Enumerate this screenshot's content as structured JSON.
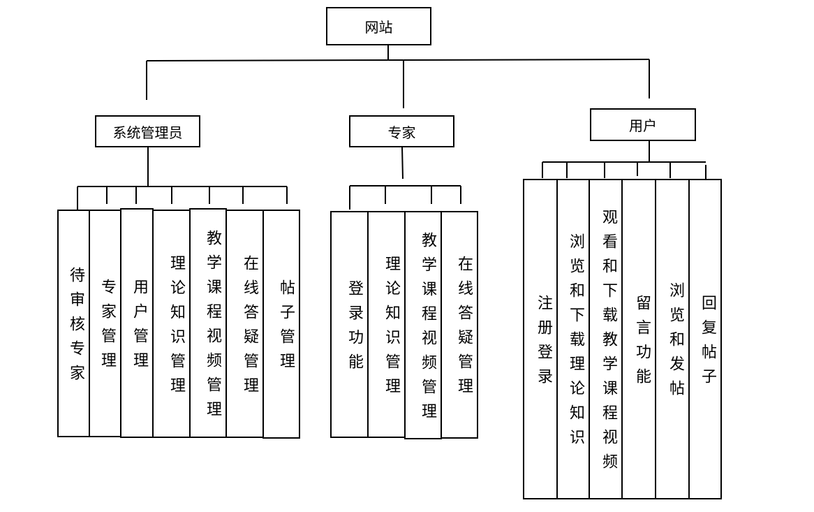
{
  "root": {
    "label": "网站"
  },
  "groups": [
    {
      "label": "系统管理员",
      "children": [
        "待审核专家",
        "专家管理",
        "用户管理",
        "理论知识管理",
        "教学课程视频管理",
        "在线答疑管理",
        "帖子管理"
      ]
    },
    {
      "label": "专家",
      "children": [
        "登录功能",
        "理论知识管理",
        "教学课程视频管理",
        "在线答疑管理"
      ]
    },
    {
      "label": "用户",
      "children": [
        "注册登录",
        "浏览和下载理论知识",
        "观看和下载教学课程视频",
        "留言功能",
        "浏览和发帖",
        "回复帖子"
      ]
    }
  ]
}
